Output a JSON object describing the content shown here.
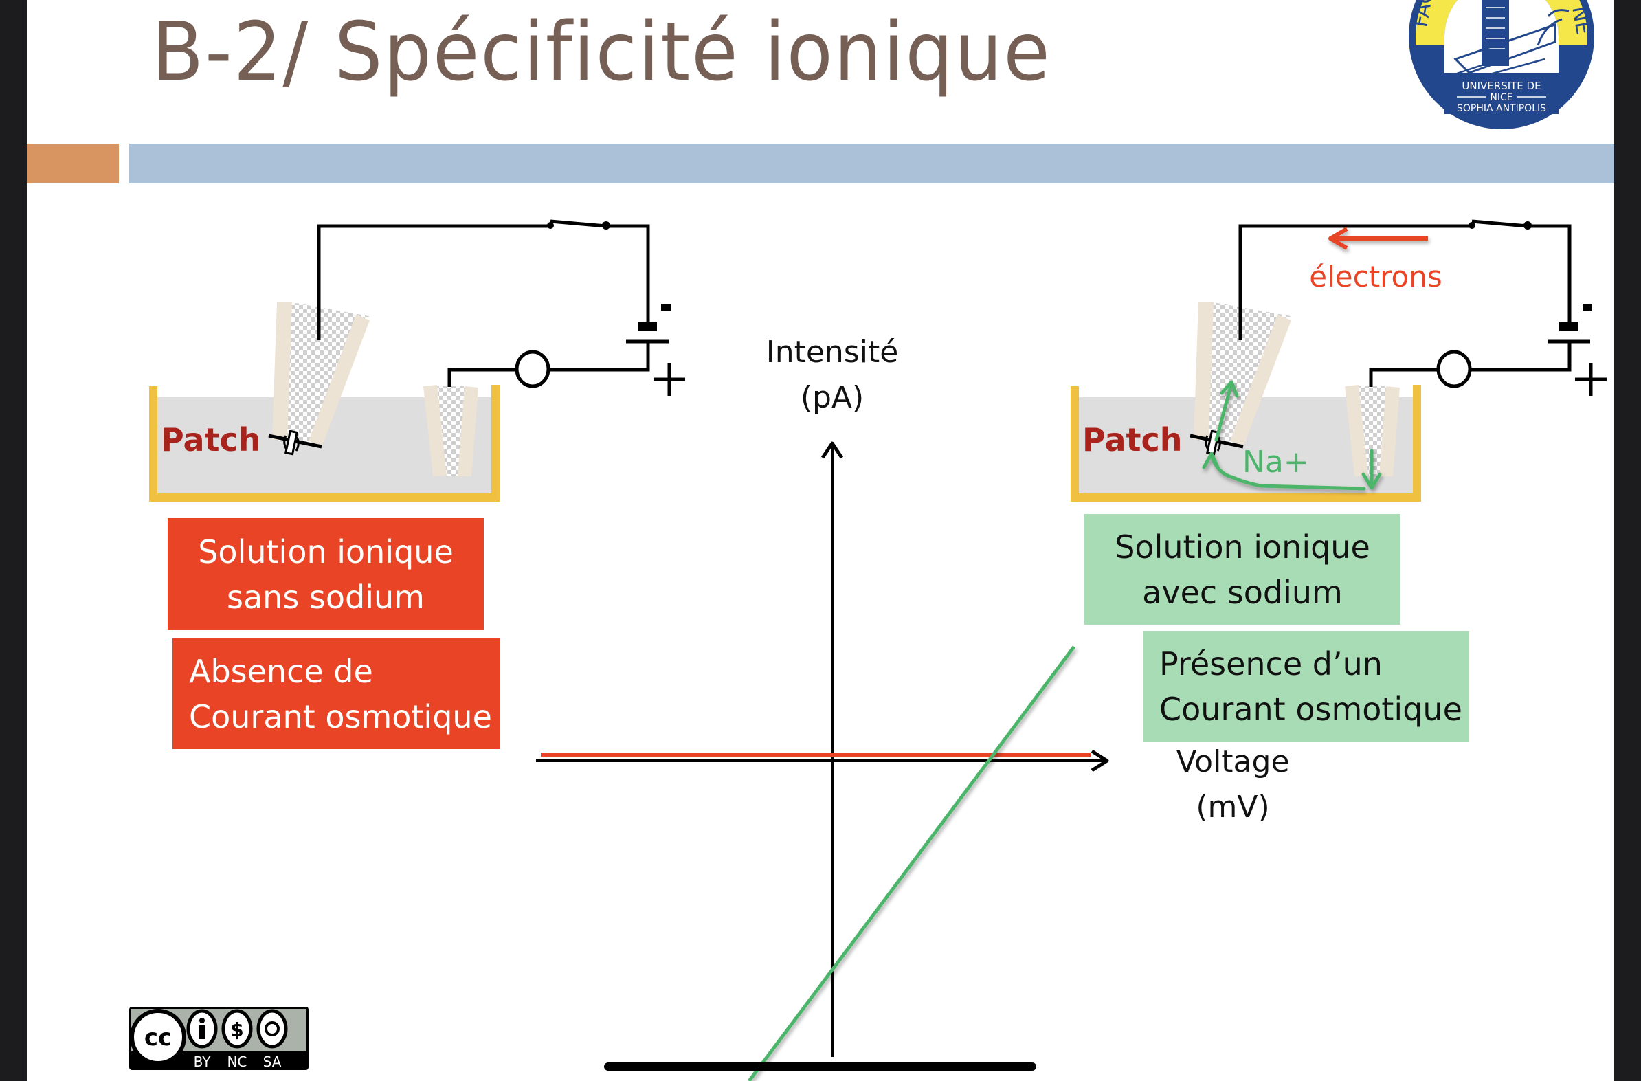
{
  "slide": {
    "title": "B-2/ Spécificité ionique",
    "logo": {
      "ring_text_left": "FAC",
      "ring_text_right": "NE",
      "line1": "UNIVERSITE DE",
      "line2": "NICE",
      "line3": "SOPHIA ANTIPOLIS"
    },
    "colors": {
      "title": "#765f54",
      "orange_bar": "#d89562",
      "blue_bar": "#abc1d8",
      "red_box": "#e84425",
      "green_box": "#a8dcb5",
      "patch_label": "#a8231c",
      "green_flow": "#4cb56b",
      "tank": "#f0c040",
      "liquid": "#dedede",
      "pipette": "#ede3d4"
    }
  },
  "left_setup": {
    "patch_label": "Patch",
    "battery_minus": "-",
    "battery_plus": "+",
    "solution_box": [
      "Solution ionique",
      "sans sodium"
    ],
    "result_box": [
      "Absence de",
      "Courant osmotique"
    ]
  },
  "right_setup": {
    "patch_label": "Patch",
    "battery_minus": "-",
    "battery_plus": "+",
    "electrons_label": "électrons",
    "ion_label": "Na+",
    "solution_box": [
      "Solution ionique",
      "avec sodium"
    ],
    "result_box": [
      "Présence d’un",
      "Courant osmotique"
    ]
  },
  "graph": {
    "y_axis_label": [
      "Intensité",
      "(pA)"
    ],
    "x_axis_label": [
      "Voltage",
      "(mV)"
    ],
    "series": [
      {
        "name": "sans sodium",
        "color": "#e84425",
        "shape": "horizontal line on zero current"
      },
      {
        "name": "avec sodium",
        "color": "#4cb56b",
        "shape": "rising line crossing zero at positive voltage"
      }
    ]
  },
  "license": {
    "badge": "cc",
    "terms": [
      "BY",
      "NC",
      "SA"
    ]
  }
}
